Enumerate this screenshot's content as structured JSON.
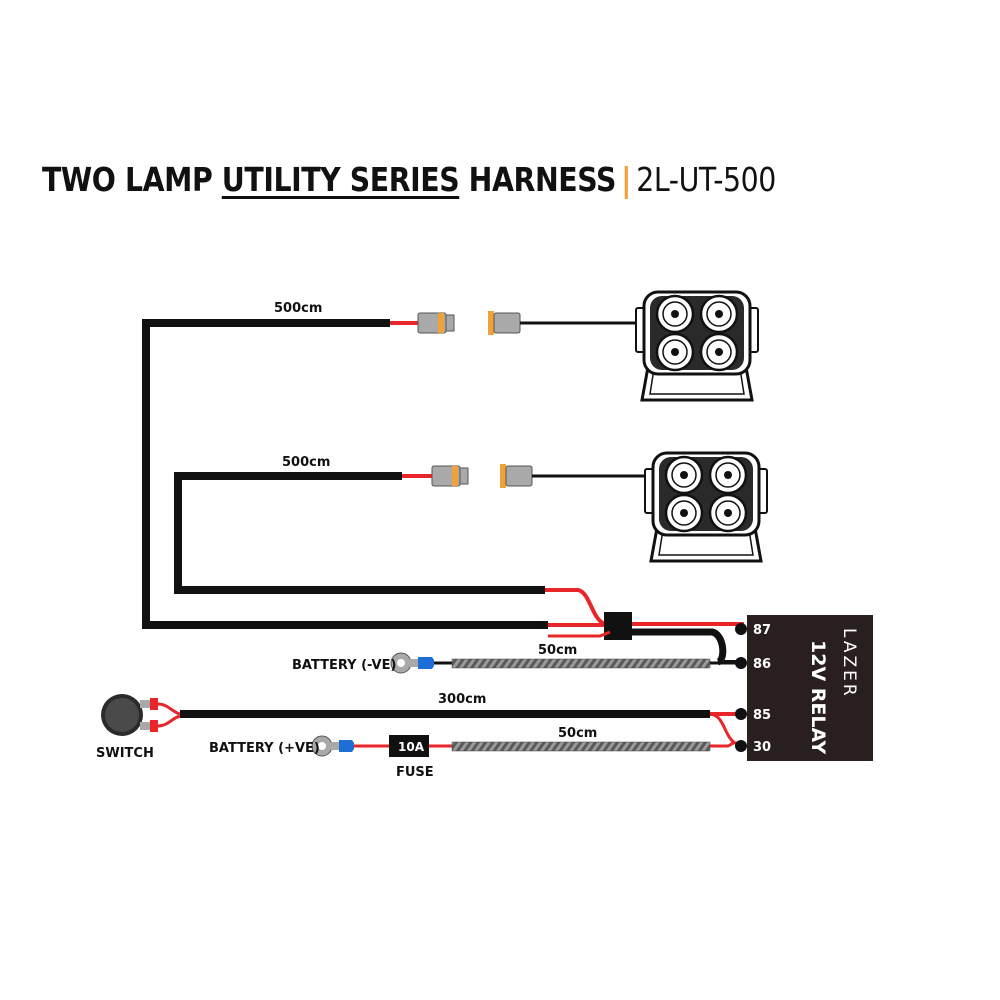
{
  "title": {
    "part1": "TWO LAMP ",
    "underlined": "UTILITY SERIES",
    "part2": " HARNESS",
    "separator": "|",
    "model": "2L-UT-500"
  },
  "cables": {
    "lamp1_length": "500cm",
    "lamp2_length": "500cm",
    "battery_neg_length": "50cm",
    "switch_length": "300cm",
    "battery_pos_length": "50cm"
  },
  "labels": {
    "battery_neg": "BATTERY (-VE)",
    "battery_pos": "BATTERY (+VE)",
    "switch": "SWITCH",
    "fuse": "FUSE",
    "fuse_rating": "10A"
  },
  "relay": {
    "name": "12V RELAY",
    "brand": "LAZER",
    "pins": [
      "87",
      "86",
      "85",
      "30"
    ]
  },
  "colors": {
    "wire_black": "#111111",
    "wire_red": "#e8262a",
    "accent_orange": "#f0a23a",
    "connector_grey": "#a9a9a9"
  }
}
